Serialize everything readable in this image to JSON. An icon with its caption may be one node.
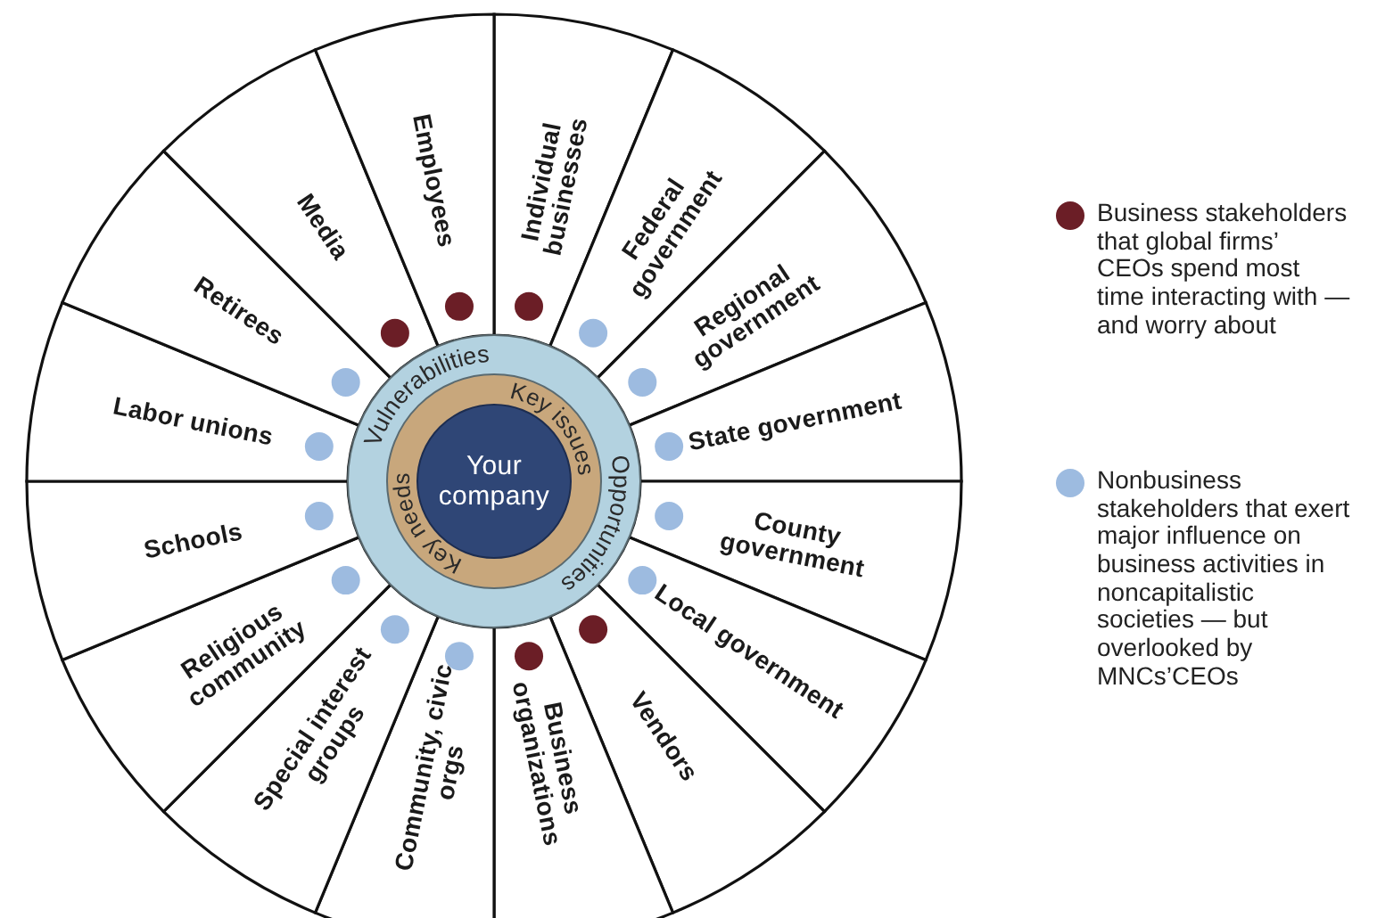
{
  "diagram": {
    "nodes": [
      {
        "text": [
          "Individual businesses"
        ]
      },
      {
        "text": [
          "Federal government"
        ]
      },
      {
        "text": [
          "Regional government"
        ]
      },
      {
        "text": [
          "State government"
        ]
      },
      {
        "text": [
          "County government"
        ]
      },
      {
        "text": [
          "Local government"
        ]
      },
      {
        "text": [
          "Vendors"
        ]
      },
      {
        "text": [
          "Business organizations"
        ]
      },
      {
        "text": [
          "Community, civic orgs"
        ]
      },
      {
        "text": [
          "Special interest groups"
        ]
      },
      {
        "text": [
          "Religious community"
        ]
      },
      {
        "text": [
          "Schools"
        ]
      },
      {
        "text": [
          "Labor unions"
        ]
      },
      {
        "text": [
          "Retirees"
        ]
      },
      {
        "text": [
          "Media"
        ]
      },
      {
        "text": [
          "Employees"
        ]
      },
      {
        "text": [
          "Vulnerabilities",
          "Opportunities"
        ]
      },
      {
        "text": [
          "Key issues",
          "Key needs"
        ],
        "in": 16
      },
      {
        "text": [
          "Your company"
        ],
        "in": 17
      }
    ],
    "legend": [
      {
        "text": "Business stakeholders that global firms’ CEOs spend most time interacting with — and worry about",
        "color": "#6b1e26"
      },
      {
        "text": "Nonbusiness stakeholders that exert major influence on business activities in noncapitalistic societies — but overlooked by MNCs’CEOs",
        "color": "#9dbbe0"
      }
    ]
  }
}
